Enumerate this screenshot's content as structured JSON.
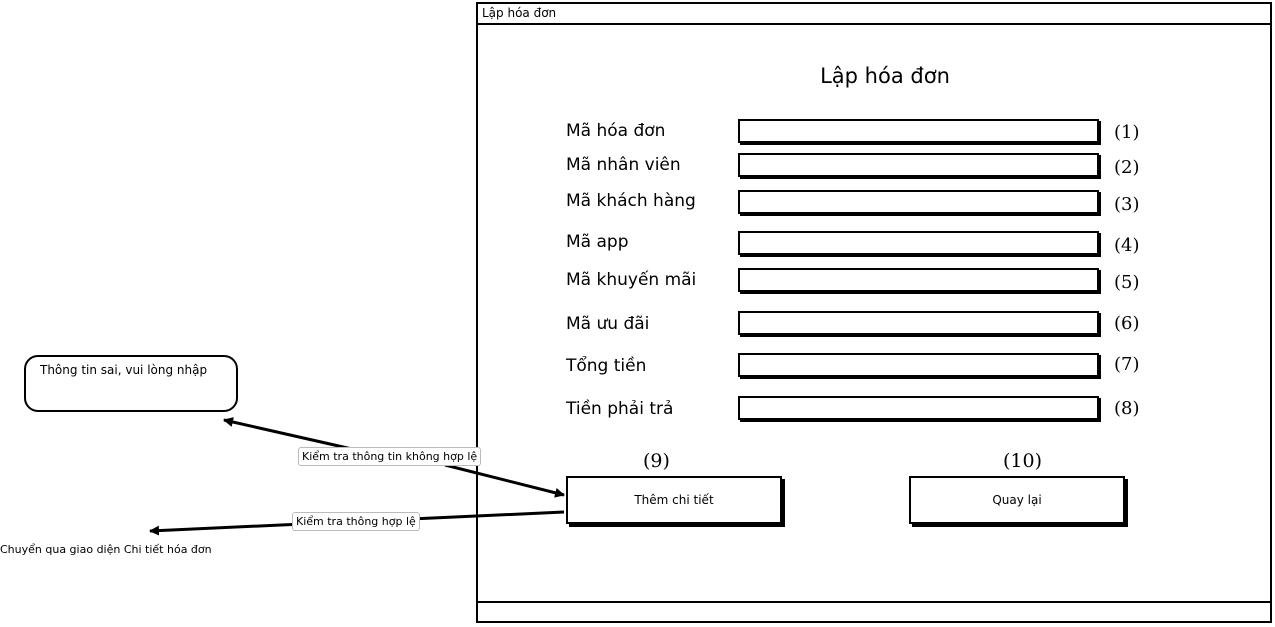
{
  "window": {
    "title": "Lập hóa đơn"
  },
  "form": {
    "heading": "Lập hóa đơn",
    "fields": [
      {
        "label": "Mã hóa đơn",
        "number": "(1)"
      },
      {
        "label": "Mã nhân viên",
        "number": "(2)"
      },
      {
        "label": "Mã khách hàng",
        "number": "(3)"
      },
      {
        "label": "Mã app",
        "number": "(4)"
      },
      {
        "label": "Mã khuyến mãi",
        "number": "(5)"
      },
      {
        "label": "Mã ưu đãi",
        "number": "(6)"
      },
      {
        "label": "Tổng tiền",
        "number": "(7)"
      },
      {
        "label": "Tiền phải trả",
        "number": "(8)"
      }
    ],
    "buttons": {
      "add_detail": {
        "label": "Thêm chi tiết",
        "number": "(9)"
      },
      "back": {
        "label": "Quay lại",
        "number": "(10)"
      }
    }
  },
  "flow": {
    "error_message": "Thông tin sai, vui lòng nhập",
    "invalid_check_label": "Kiểm tra thông tin không hợp lệ",
    "valid_check_label": "Kiểm tra thông hợp lệ",
    "navigate_text": "Chuyển qua giao diện Chi tiết hóa đơn"
  }
}
